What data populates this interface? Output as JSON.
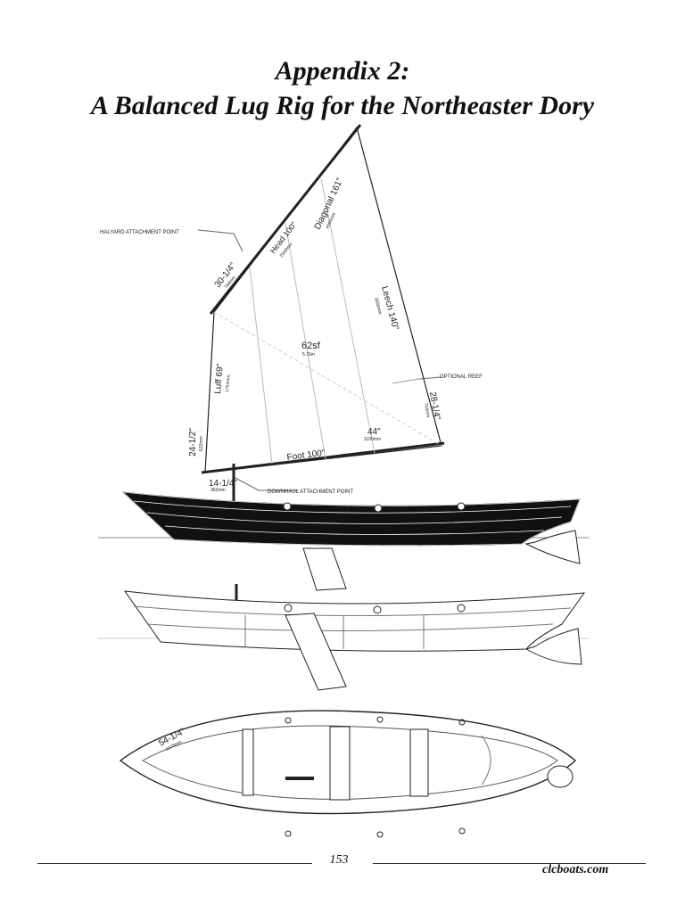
{
  "title": {
    "line1": "Appendix 2:",
    "line2": "A Balanced Lug Rig for the Northeaster Dory"
  },
  "labels": {
    "halyard_point": "HALYARD ATTACHMENT POINT",
    "downhaul_point": "DOWNHAUL ATTACHMENT POINT",
    "optional_reef": "OPTIONAL REEF",
    "head": "Head 100\"",
    "head_mm": "2540mm",
    "diagonal": "Diagonal 161\"",
    "diagonal_mm": "4090mm",
    "leech": "Leech 140\"",
    "leech_mm": "3556mm",
    "luff": "Luff 69\"",
    "luff_mm": "1753mm",
    "foot": "Foot 100\"",
    "area": "62sf",
    "area_metric": "5.76m",
    "dim_30": "30-1/4\"",
    "dim_30_mm": "768mm",
    "dim_44": "44\"",
    "dim_44_mm": "1100mm",
    "dim_28": "28-1/4\"",
    "dim_28_mm": "718mm",
    "dim_24": "24-1/2\"",
    "dim_24_mm": "622mm",
    "dim_14": "14-1/4\"",
    "dim_14_mm": "362mm",
    "dim_54": "54-1/4\"",
    "dim_54_mm": "1378mm"
  },
  "footer": {
    "page": "153",
    "site": "clcboats.com"
  }
}
